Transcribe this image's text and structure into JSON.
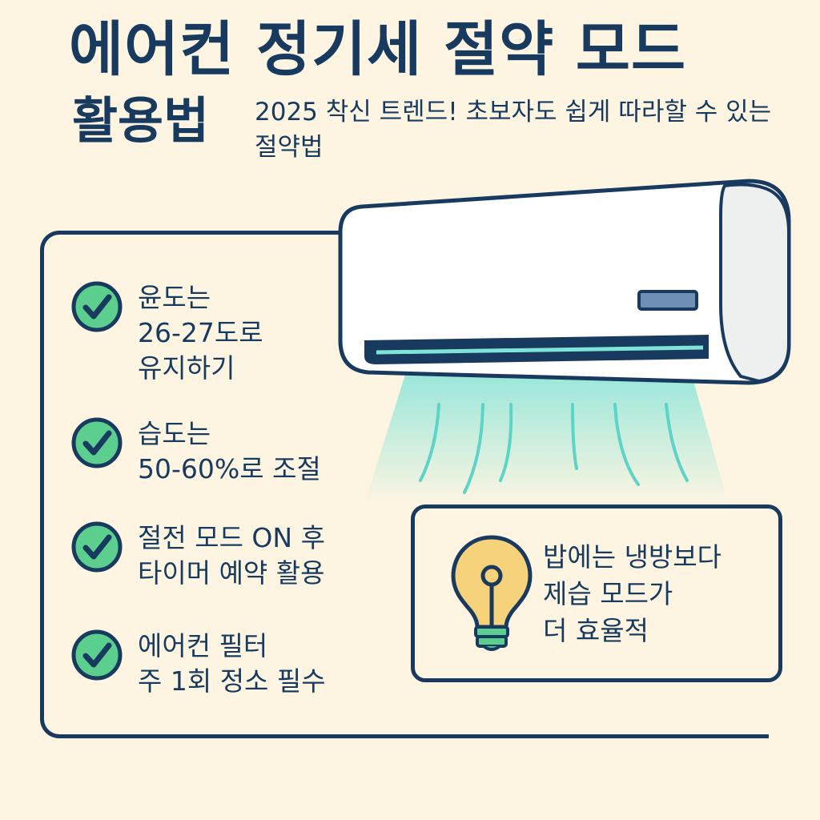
{
  "header": {
    "title_line1": "에어컨 정기세 절약 모드",
    "title_line2": "활용법",
    "subtitle": "2025 착신 트렌드! 초보자도 쉽게 따라할 수 있는 절약법"
  },
  "tips": [
    {
      "label": "윤도는\n26-27도로\n유지하기",
      "icon": "check-circle-icon"
    },
    {
      "label": "습도는\n50-60%로 조절",
      "icon": "check-circle-icon"
    },
    {
      "label": "절전 모드 ON 후\n타이머 예약 활용",
      "icon": "check-circle-icon"
    },
    {
      "label": "에어컨 필터\n주 1회 정소 필수",
      "icon": "check-circle-icon"
    }
  ],
  "tip_card": {
    "text": "밥에는 냉방보다\n제습 모드가\n더 효율적",
    "icon": "lightbulb-icon"
  },
  "colors": {
    "navy": "#173a5e",
    "background": "#fdf5e2",
    "check_green": "#5ccf8e",
    "bulb_yellow": "#f6d27a",
    "airflow_cyan": "#7fe3d8",
    "ac_body": "#ffffff"
  }
}
